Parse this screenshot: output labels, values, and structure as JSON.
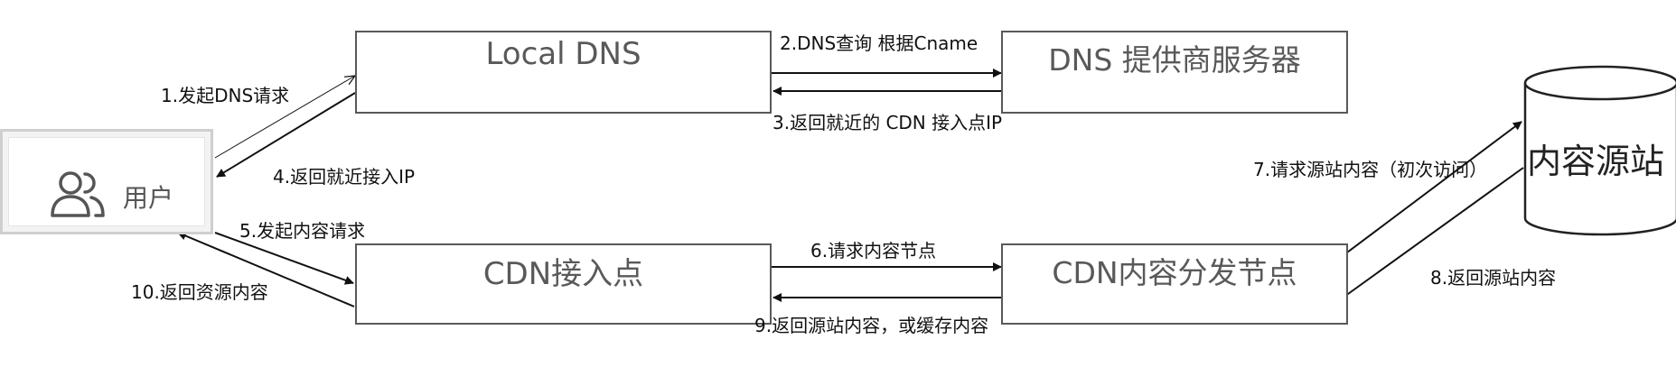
{
  "nodes": {
    "local_dns": "Local DNS",
    "dns_provider": "DNS 提供商服务器",
    "user": "用户",
    "cdn_entry": "CDN接入点",
    "cdn_node": "CDN内容分发节点",
    "origin": "内容源站"
  },
  "steps": {
    "s1": "1.发起DNS请求",
    "s2": "2.DNS查询 根据Cname",
    "s3": "3.返回就近的 CDN 接入点IP",
    "s4": "4.返回就近接入IP",
    "s5": "5.发起内容请求",
    "s6": "6.请求内容节点",
    "s7": "7.请求源站内容（初次访问）",
    "s8": "8.返回源站内容",
    "s9": "9.返回源站内容，或缓存内容",
    "s10": "10.返回资源内容"
  },
  "icons": {
    "user": "users-icon"
  }
}
